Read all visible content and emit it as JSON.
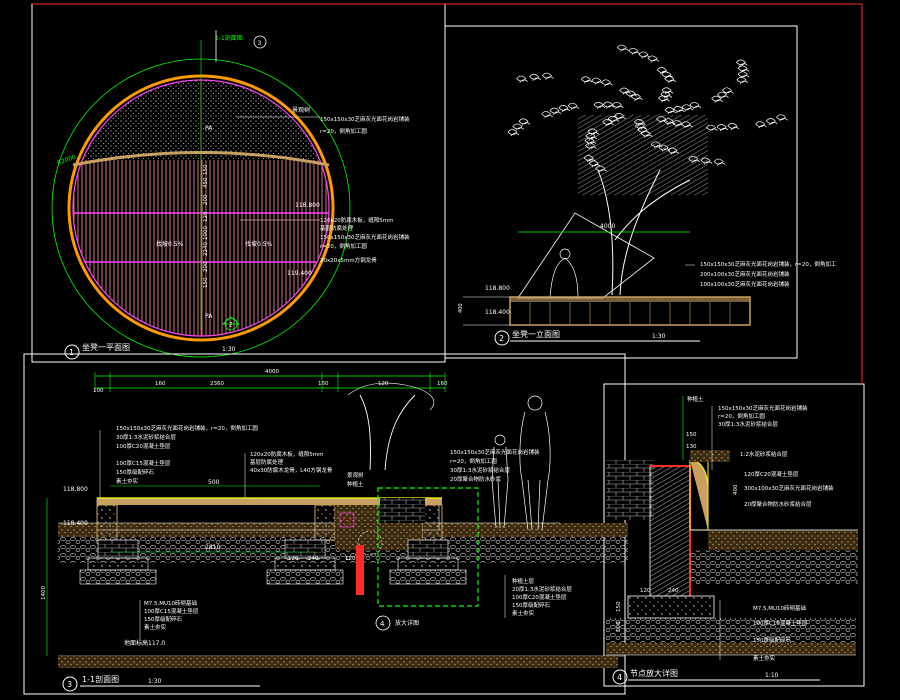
{
  "colors": {
    "background": "#000000",
    "frame": "#ffffff",
    "dim": "#00ff00",
    "red": "#ff2a2a",
    "magenta": "#ff40ff",
    "yellow": "#ffff00",
    "orange": "#ff9a00",
    "tan": "#c8a060",
    "white": "#ffffff"
  },
  "panel1": {
    "number": "1",
    "title": "坐凳一平面图",
    "scale": "1:30",
    "section_mark_top": "1-1剖面图",
    "section_no": "3",
    "dim_radius": "R2000",
    "label_top": "景观树",
    "label_pa": "PA",
    "elev_right": "118.800",
    "elev_right2": "119.400",
    "lbl_slope_left": "找坡0.5%",
    "lbl_slope_right": "找坡0.5%",
    "note_top_a": "150x150x30芝麻灰光面花岗岩铺装",
    "note_top_b": "r=20，倒角加工圆",
    "note_mid_a": "120x20防腐木板，缝隙5mm",
    "note_mid_b": "基层防腐处理",
    "note_mid_c": "150x150x30芝麻灰光面花岗岩铺装",
    "note_mid_d": "r=20，倒角加工圆",
    "note_low": "20x20x5mm方钢龙骨",
    "dims_vertical": [
      "150",
      "450",
      "200",
      "120",
      "1000",
      "2240",
      "200",
      "150"
    ],
    "north_mark": "2"
  },
  "panel2": {
    "number": "2",
    "title": "坐凳一立面图",
    "scale": "1:30",
    "dim_top": "4000",
    "elev_a": "118.800",
    "elev_b": "118.400",
    "dim_left": "400",
    "notes": [
      "150x150x30芝麻灰光面花岗岩铺装，r=20，倒角加工",
      "200x100x30芝麻灰光面花岗岩铺装",
      "100x100x30芝麻灰光面花岗岩铺装"
    ]
  },
  "panel3": {
    "number": "3",
    "title": "1-1剖面图",
    "scale": "1:30",
    "dims_top": [
      "4000",
      "160",
      "2360",
      "160",
      "120",
      "160"
    ],
    "dim_top_left": "100",
    "dim_mid": "500",
    "dim_base": "2810",
    "dim_left": "1400",
    "dims_small": [
      "120",
      "240",
      "120"
    ],
    "elev_a": "118.800",
    "elev_b": "118.400",
    "elev_c": "117.0",
    "lbl_ground": "地面标高117.0",
    "notes_left": [
      "150x150x30芝麻灰光面花岗岩铺装，r=20，倒角加工圆",
      "30厚1:3水泥砂浆结合层",
      "100厚C20混凝土垫层"
    ],
    "notes_left2": [
      "100厚C15混凝土垫层",
      "150厚级配碎石",
      "素土夯实"
    ],
    "notes_mid": [
      "120x20防腐木板，缝隙5mm",
      "基层防腐处理",
      "40x30防腐木龙骨，L40方钢龙骨"
    ],
    "notes_right": [
      "150x150x30芝麻灰光面花岗岩铺装",
      "r=20，倒角加工圆",
      "30厚1:3水泥砂浆结合层",
      "20厚聚合物防水砂浆"
    ],
    "notes_bottom_left": [
      "M7.5,MU10砖砌基础",
      "100厚C15混凝土垫层",
      "150厚级配碎石",
      "素土夯实"
    ],
    "notes_bottom_right": [
      "种植土层",
      "20厚1:3水泥砂浆结合层",
      "100厚C20混凝土垫层",
      "150厚级配碎石",
      "素土夯实"
    ],
    "detail_ref": "4",
    "detail_label": "放大详图",
    "lbl_tree": "景观树",
    "lbl_soil": "种植土"
  },
  "panel4": {
    "number": "4",
    "title": "节点放大详图",
    "scale": "1:10",
    "top_label": "种植土",
    "notes_top": [
      "150x150x30芝麻灰光面花岗岩铺装",
      "r=20，倒角加工圆",
      "30厚1:3水泥砂浆结合层"
    ],
    "lbl_a": "1:2水泥砂浆结合层",
    "notes_mid": [
      "120厚C20混凝土垫层",
      "300x100x30芝麻灰光面花岗岩铺装",
      "20厚聚合物防水砂浆结合层"
    ],
    "dims": [
      "150",
      "130",
      "400",
      "120",
      "240",
      "150",
      "100"
    ],
    "notes_bottom": [
      "M7.5,MU10砖砌基础",
      "100厚C15混凝土垫层",
      "150厚级配碎石",
      "素土夯实"
    ]
  }
}
